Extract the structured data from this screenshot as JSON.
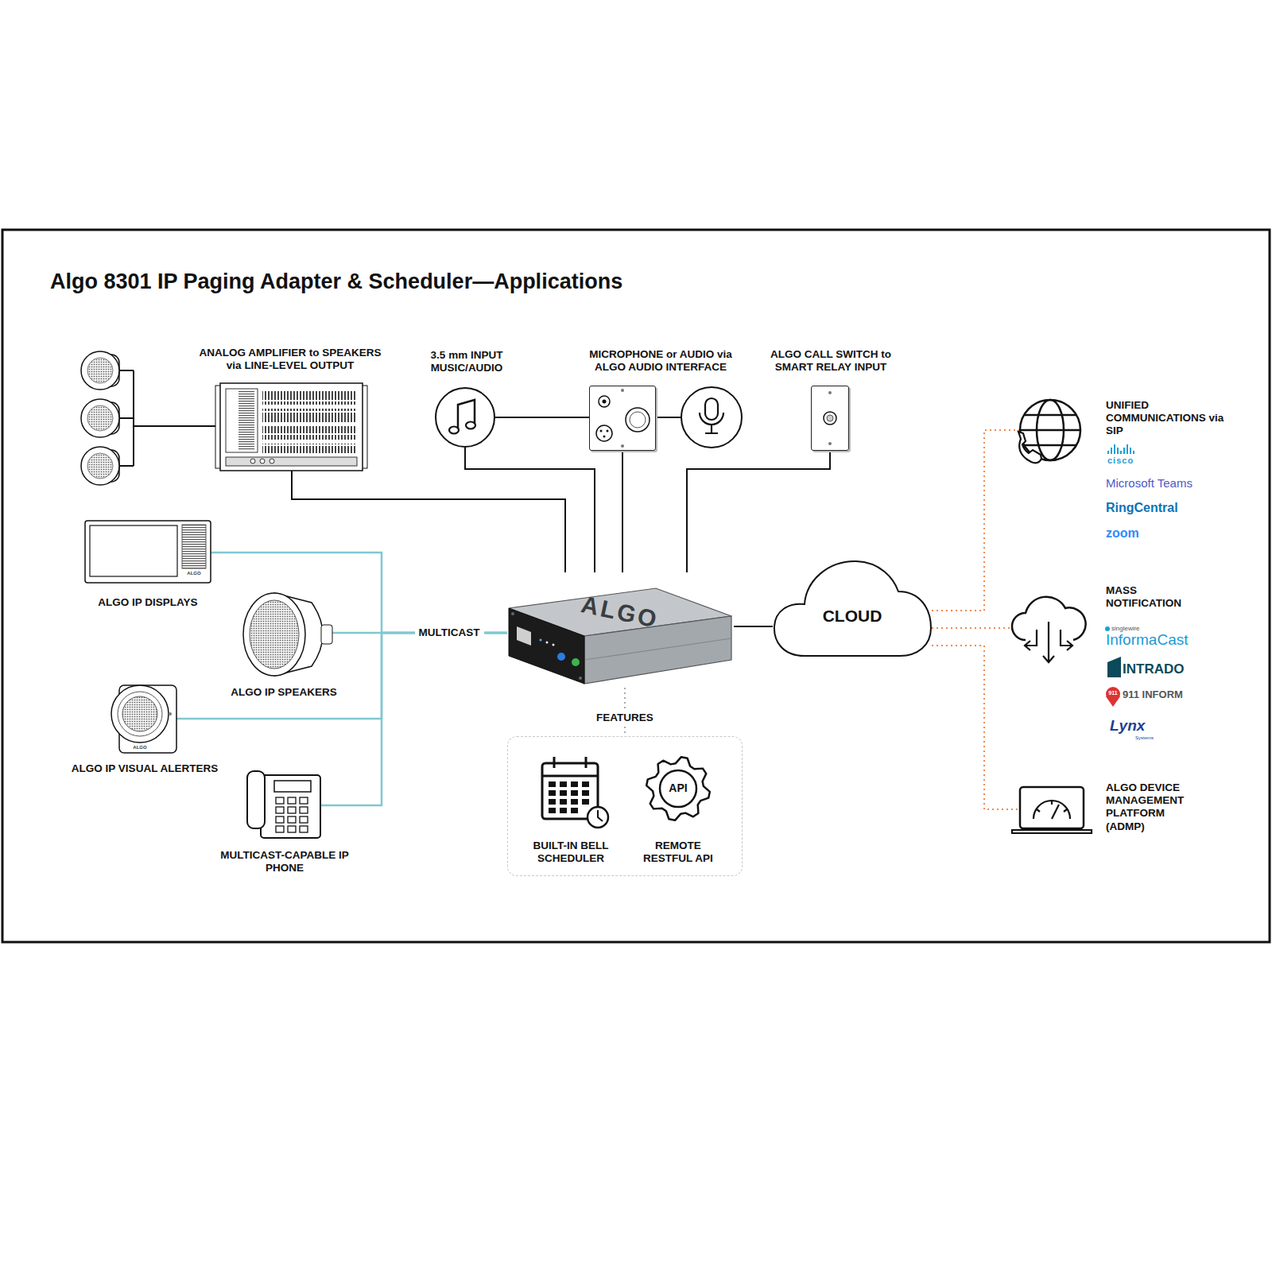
{
  "diagram": {
    "title": "Algo 8301 IP Paging Adapter & Scheduler—Applications",
    "nodes": [
      {
        "text": [
          "ANALOG AMPLIFIER to SPEAKERS via LINE-LEVEL OUTPUT"
        ]
      },
      {
        "text": [
          "3.5 mm INPUT MUSIC/AUDIO"
        ]
      },
      {
        "text": [
          "MICROPHONE or AUDIO via ALGO AUDIO INTERFACE"
        ]
      },
      {
        "text": [
          "ALGO CALL SWITCH to SMART RELAY INPUT"
        ]
      },
      {
        "text": [
          "ALGO"
        ]
      },
      {
        "text": [
          "ALGO",
          "ALGO IP DISPLAYS"
        ]
      },
      {
        "text": [
          "ALGO IP SPEAKERS"
        ]
      },
      {
        "text": [
          "ALGO",
          "ALGO IP VISUAL ALERTERS"
        ]
      },
      {
        "text": [
          "MULTICAST-CAPABLE IP PHONE"
        ]
      },
      {
        "text": [
          "CLOUD"
        ]
      },
      {
        "text": [
          "FEATURES"
        ]
      },
      {
        "text": [
          "BUILT-IN BELL SCHEDULER"
        ],
        "in": 10
      },
      {
        "text": [
          "API",
          "REMOTE RESTFUL API"
        ],
        "in": 10
      },
      {
        "text": [
          "UNIFIED COMMUNICATIONS via SIP",
          "cisco",
          "Microsoft Teams",
          "RingCentral",
          "zoom"
        ]
      },
      {
        "text": [
          "MASS NOTIFICATION",
          "singlewire",
          "InformaCast",
          "INTRADO",
          "911",
          "911 INFORM",
          "Lynx",
          "Systems"
        ]
      },
      {
        "text": [
          "ALGO DEVICE MANAGEMENT PLATFORM (ADMP)"
        ]
      }
    ],
    "edges": [
      {
        "from": 0,
        "to": 4,
        "arrow": "none"
      },
      {
        "from": 1,
        "to": 2,
        "arrow": "none"
      },
      {
        "from": 1,
        "to": 4,
        "arrow": "none"
      },
      {
        "from": 2,
        "to": 4,
        "arrow": "none"
      },
      {
        "from": 3,
        "to": 4,
        "arrow": "none"
      },
      {
        "from": 4,
        "to": 5,
        "arrow": "none"
      },
      {
        "from": 4,
        "to": 6,
        "label": "MULTICAST",
        "arrow": "none"
      },
      {
        "from": 4,
        "to": 7,
        "arrow": "none"
      },
      {
        "from": 4,
        "to": 8,
        "arrow": "none"
      },
      {
        "from": 4,
        "to": 9,
        "arrow": "none"
      },
      {
        "from": 9,
        "to": 13,
        "arrow": "none"
      },
      {
        "from": 9,
        "to": 14,
        "arrow": "none"
      },
      {
        "from": 9,
        "to": 15,
        "arrow": "none"
      },
      {
        "from": 4,
        "to": 10,
        "arrow": "none"
      }
    ]
  }
}
